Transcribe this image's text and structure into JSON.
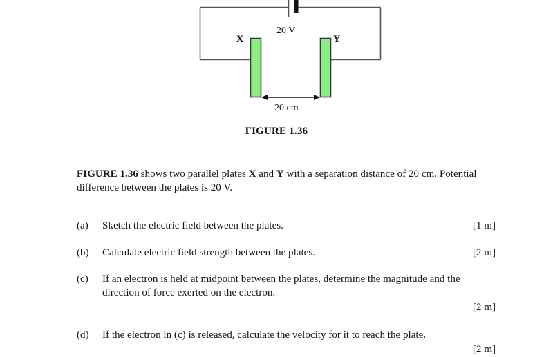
{
  "figure": {
    "caption": "FIGURE 1.36",
    "battery_label": "20 V",
    "plate_left_label": "X",
    "plate_right_label": "Y",
    "separation_label": "20 cm",
    "colors": {
      "plate_fill": "#8CEE82",
      "plate_stroke": "#3a3a3a",
      "wire": "#555555",
      "battery": "#111111"
    }
  },
  "intro": {
    "lead": "FIGURE 1.36",
    "rest": " shows two parallel plates ",
    "plate_x": "X",
    "conjunction": " and ",
    "plate_y": "Y",
    "tail": " with a separation distance of 20 cm. Potential difference between the plates is 20 V."
  },
  "questions": [
    {
      "label": "(a)",
      "text": "Sketch the electric field between the plates.",
      "marks": "[1 m]",
      "marks_below": false
    },
    {
      "label": "(b)",
      "text": "Calculate electric field strength between the plates.",
      "marks": "[2 m]",
      "marks_below": false
    },
    {
      "label": "(c)",
      "text": "If an electron is held at midpoint between the plates, determine the magnitude and the direction of force exerted on the electron.",
      "marks": "[2 m]",
      "marks_below": true
    },
    {
      "label": "(d)",
      "text": "If the electron in (c) is released, calculate the velocity for it to reach the plate.",
      "marks": "[2 m]",
      "marks_below": true
    }
  ]
}
